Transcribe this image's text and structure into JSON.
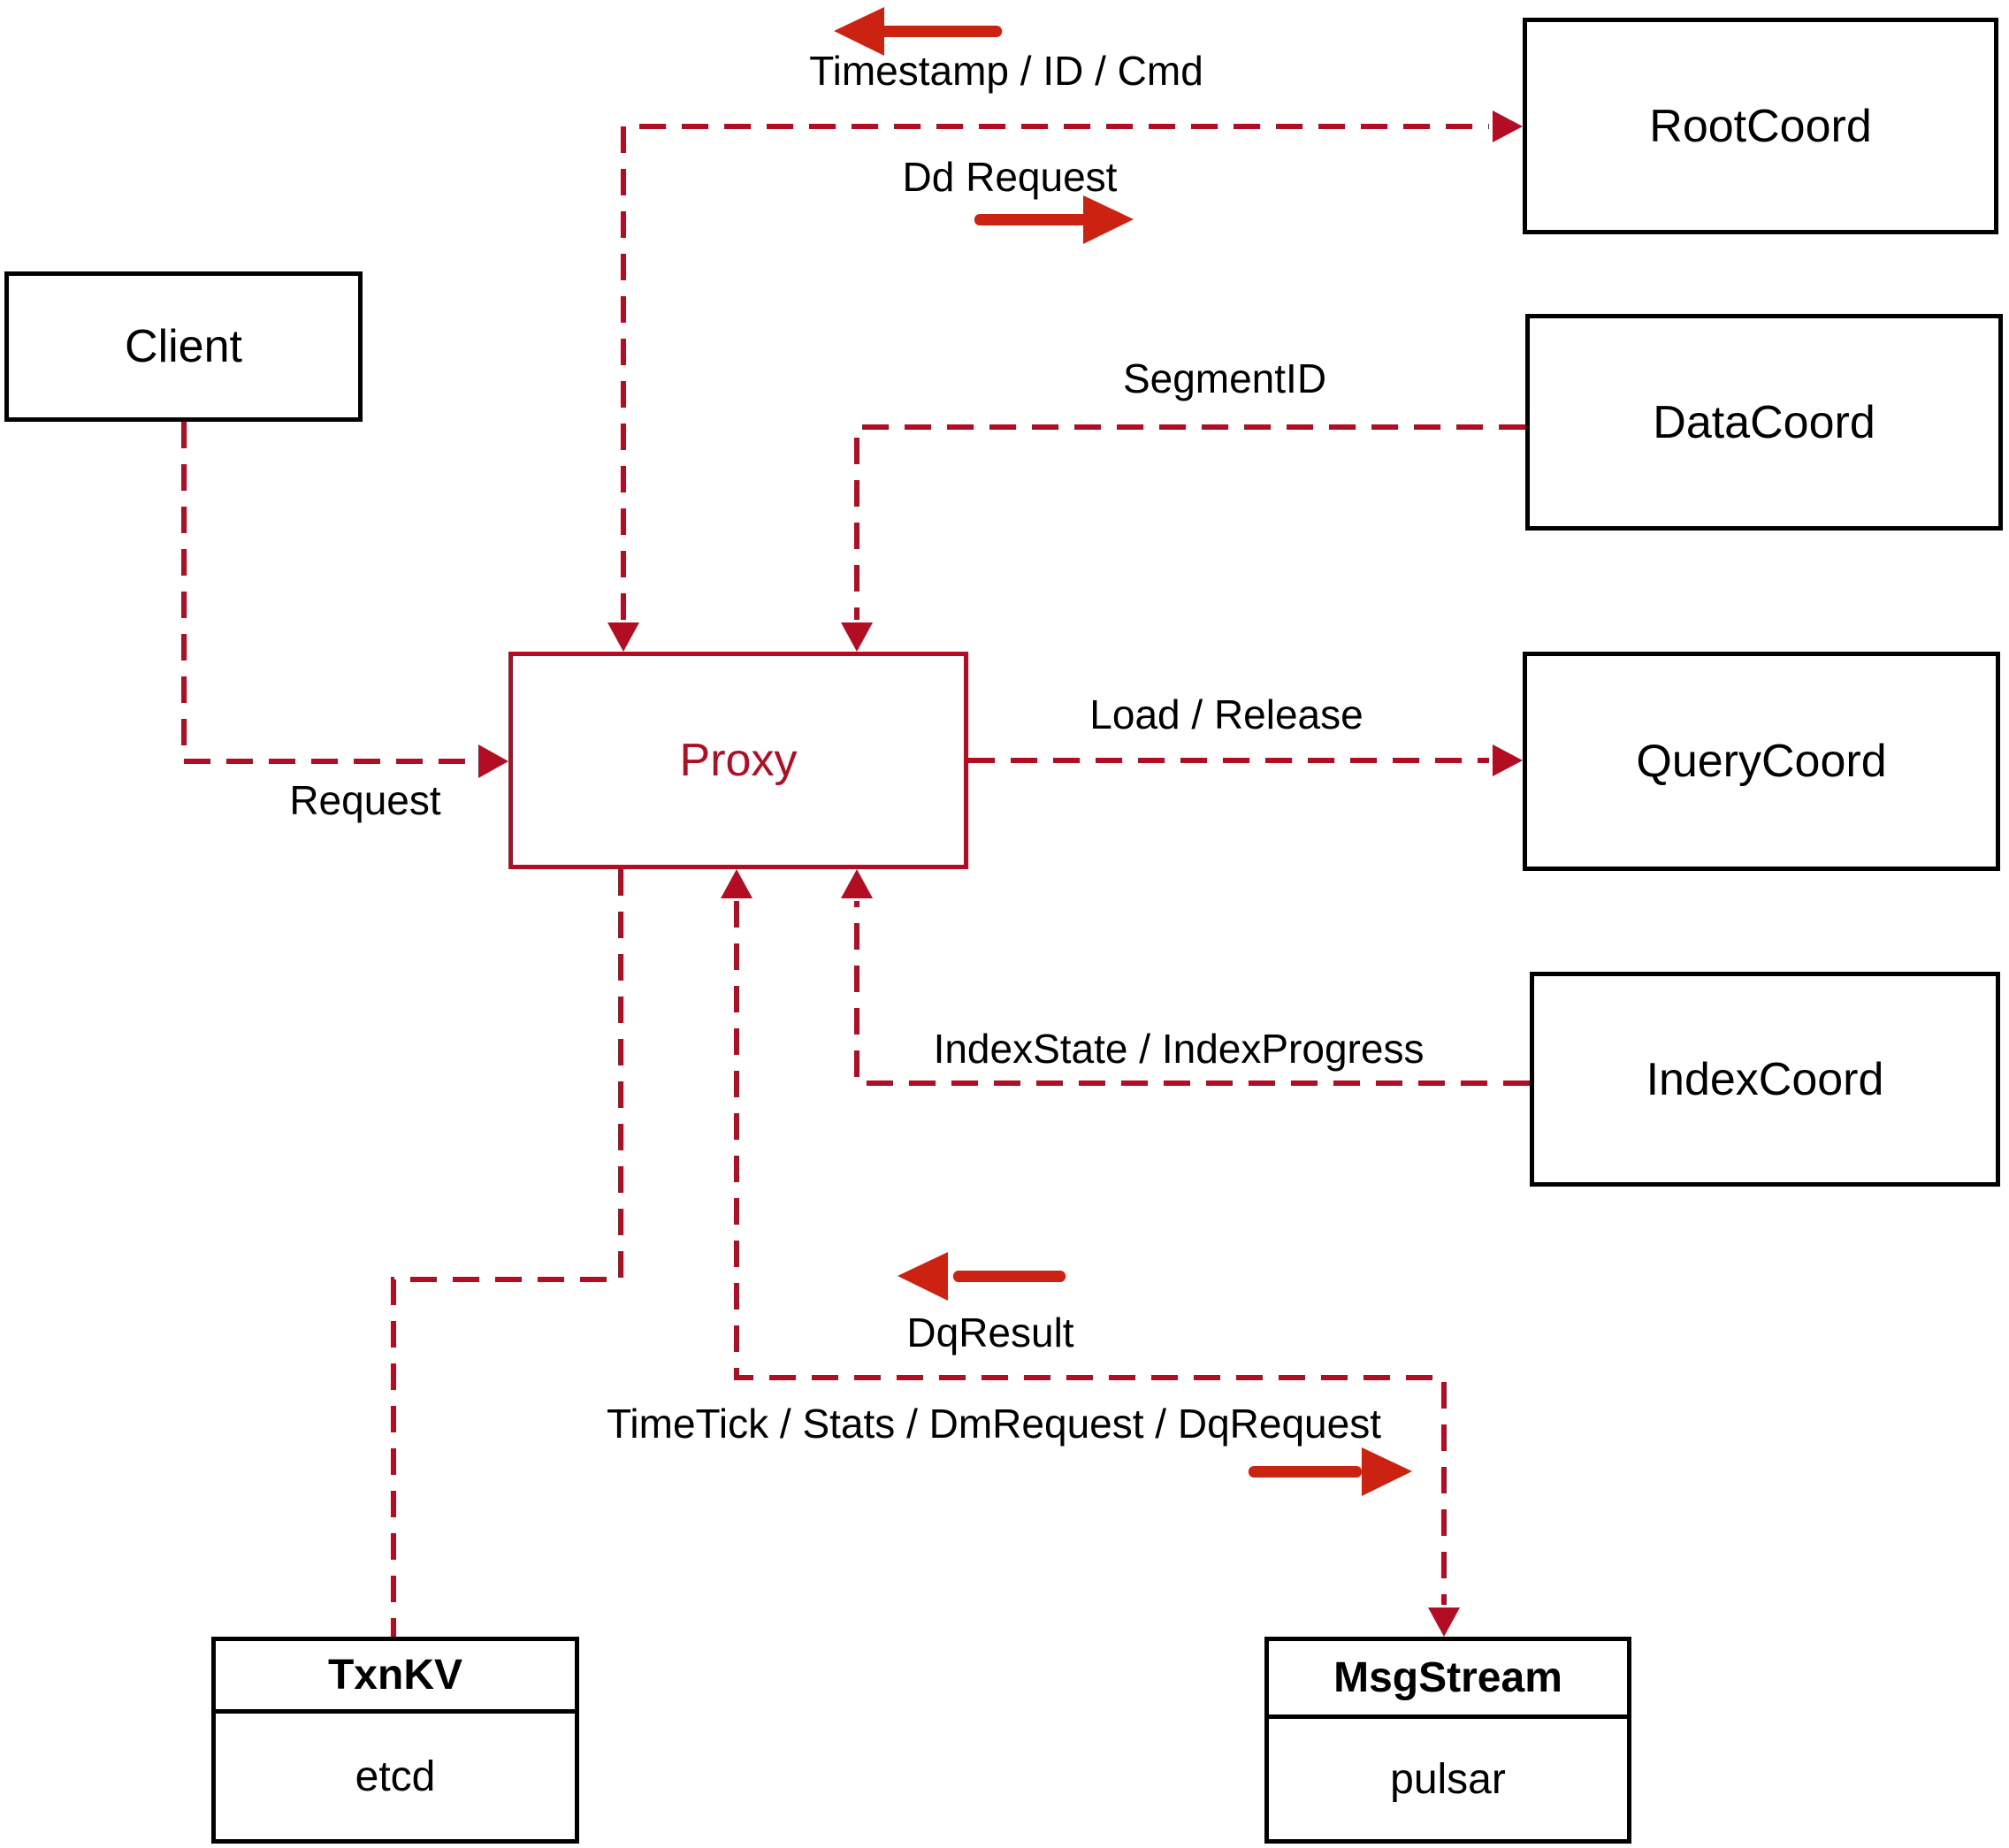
{
  "diagram": {
    "colors": {
      "connector": "#b30d23",
      "flow_arrow": "#cc2211",
      "node_border": "#000000",
      "background": "#ffffff"
    },
    "nodes": {
      "client": {
        "label": "Client"
      },
      "proxy": {
        "label": "Proxy"
      },
      "rootcoord": {
        "label": "RootCoord"
      },
      "datacoord": {
        "label": "DataCoord"
      },
      "querycoord": {
        "label": "QueryCoord"
      },
      "indexcoord": {
        "label": "IndexCoord"
      },
      "txnkv": {
        "title": "TxnKV",
        "implementation": "etcd"
      },
      "msgstream": {
        "title": "MsgStream",
        "implementation": "pulsar"
      }
    },
    "edges": {
      "proxy_rootcoord": {
        "label_to_proxy": "Timestamp / ID / Cmd",
        "label_to_rootcoord": "Dd Request"
      },
      "datacoord_proxy": {
        "label": "SegmentID"
      },
      "proxy_querycoord": {
        "label": "Load / Release"
      },
      "indexcoord_proxy": {
        "label": "IndexState / IndexProgress"
      },
      "client_proxy": {
        "label": "Request"
      },
      "msgstream_proxy": {
        "label": "DqResult"
      },
      "proxy_msgstream": {
        "label": "TimeTick / Stats / DmRequest / DqRequest"
      },
      "proxy_txnkv": {
        "label": ""
      }
    }
  }
}
